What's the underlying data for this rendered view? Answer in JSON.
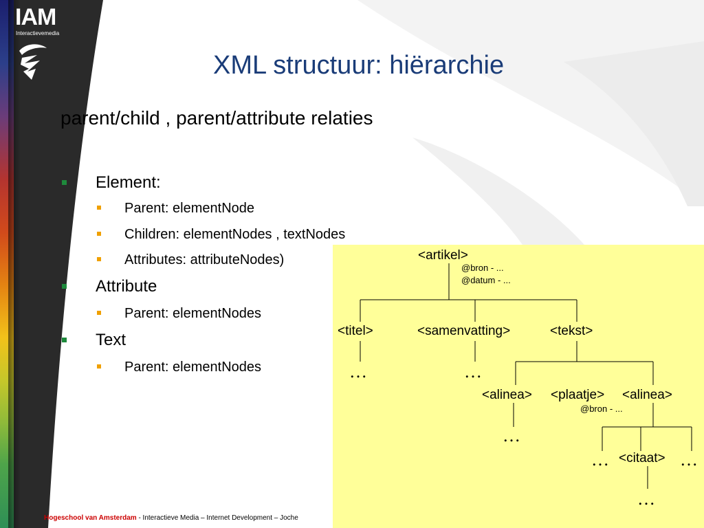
{
  "slide": {
    "title": "XML structuur: hiërarchie",
    "subtitle": "parent/child , parent/attribute relaties",
    "bullets": [
      {
        "text": "Element:",
        "level": 1
      },
      {
        "text": "Parent: elementNode",
        "level": 2
      },
      {
        "text": "Children: elementNodes , textNodes",
        "level": 2
      },
      {
        "text": "Attributes: attributeNodes)",
        "level": 2
      },
      {
        "text": "Attribute",
        "level": 1
      },
      {
        "text": "Parent: elementNodes",
        "level": 2
      },
      {
        "text": "Text",
        "level": 1
      },
      {
        "text": "Parent: elementNodes",
        "level": 2
      }
    ]
  },
  "logo": {
    "title": "IAM",
    "subtitle": "Interactievemedia"
  },
  "tree": {
    "root": "<artikel>",
    "root_attrs": [
      "@bron - ...",
      "@datum - ..."
    ],
    "titel": "<titel>",
    "samenvatting": "<samenvatting>",
    "tekst": "<tekst>",
    "alinea_1": "<alinea>",
    "plaatje": "<plaatje>",
    "plaatje_attr": "@bron - ...",
    "alinea_2": "<alinea>",
    "citaat": "<citaat>",
    "ellipsis": "…"
  },
  "footer": {
    "brand": "Hogeschool van Amsterdam",
    "rest": " - Interactieve Media – Internet Development – Joche"
  },
  "colors": {
    "title": "#1a3c78",
    "bullet_level1": "#1e8a3c",
    "bullet_level2": "#f0a000",
    "diagram_bg": "#ffff99",
    "footer_brand": "#cc0000"
  }
}
